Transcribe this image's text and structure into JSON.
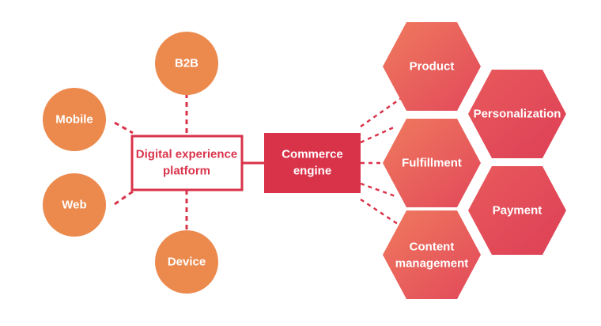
{
  "colors": {
    "circle_fill": "#ec8a4e",
    "accent_red": "#d9334a",
    "hex_light": "#ec6a5e",
    "hex_dark": "#e1475a",
    "text_white": "#ffffff"
  },
  "channels": {
    "b2b": "B2B",
    "mobile": "Mobile",
    "web": "Web",
    "device": "Device"
  },
  "platform": {
    "line1": "Digital experience",
    "line2": "platform"
  },
  "engine": {
    "line1": "Commerce",
    "line2": "engine"
  },
  "modules": {
    "product": "Product",
    "personalization": "Personalization",
    "fulfillment": "Fulfillment",
    "payment": "Payment",
    "content_line1": "Content",
    "content_line2": "management"
  }
}
